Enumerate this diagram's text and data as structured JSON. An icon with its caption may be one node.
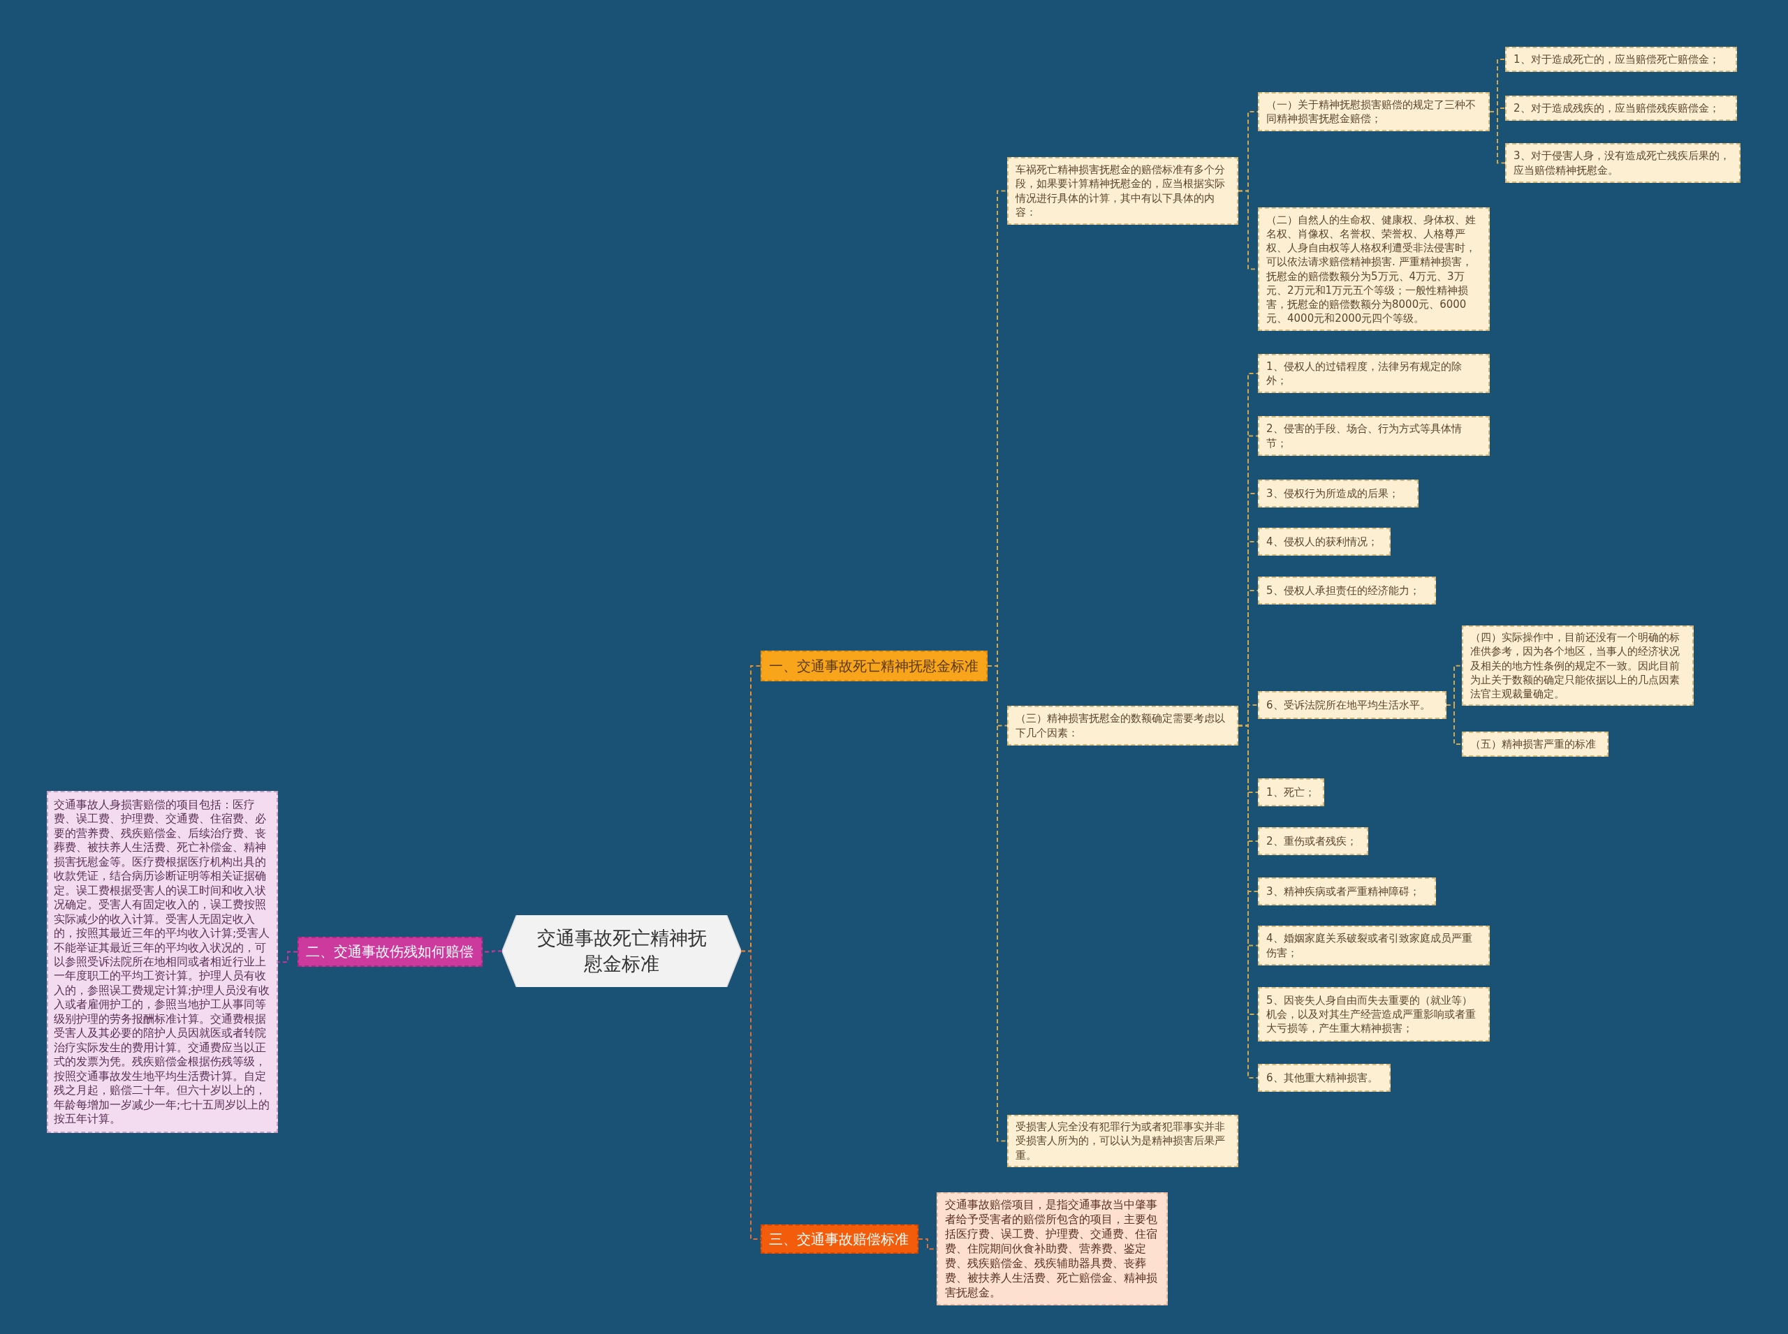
{
  "diagram": {
    "nodes": [
      {
        "text": [
          "交通事故死亡精神抚慰金标准"
        ]
      },
      {
        "text": [
          "一、交通事故死亡精神抚慰金标准"
        ]
      },
      {
        "text": [
          "车祸死亡精神损害抚慰金的赔偿标准有多个分段，如果要计算精神抚慰金的，应当根据实际情况进行具体的计算，其中有以下具体的内容："
        ]
      },
      {
        "text": [
          "（一）关于精神抚慰损害赔偿的规定了三种不同精神损害抚慰金赔偿；"
        ]
      },
      {
        "text": [
          "1、对于造成死亡的，应当赔偿死亡赔偿金；"
        ]
      },
      {
        "text": [
          "2、对于造成残疾的，应当赔偿残疾赔偿金；"
        ]
      },
      {
        "text": [
          "3、对于侵害人身，没有造成死亡残疾后果的，应当赔偿精神抚慰金。"
        ]
      },
      {
        "text": [
          "（二）自然人的生命权、健康权、身体权、姓名权、肖像权、名誉权、荣誉权、人格尊严权、人身自由权等人格权利遭受非法侵害时，可以依法请求赔偿精神损害. 严重精神损害，抚慰金的赔偿数额分为5万元、4万元、3万元、2万元和1万元五个等级；一般性精神损害，抚慰金的赔偿数额分为8000元、6000元、4000元和2000元四个等级。"
        ]
      },
      {
        "text": [
          "（三）精神损害抚慰金的数额确定需要考虑以下几个因素："
        ]
      },
      {
        "text": [
          "1、侵权人的过错程度，法律另有规定的除外；"
        ]
      },
      {
        "text": [
          "2、侵害的手段、场合、行为方式等具体情节；"
        ]
      },
      {
        "text": [
          "3、侵权行为所造成的后果；"
        ]
      },
      {
        "text": [
          "4、侵权人的获利情况；"
        ]
      },
      {
        "text": [
          "5、侵权人承担责任的经济能力；"
        ]
      },
      {
        "text": [
          "6、受诉法院所在地平均生活水平。"
        ]
      },
      {
        "text": [
          "（四）实际操作中，目前还没有一个明确的标准供参考，因为各个地区，当事人的经济状况及相关的地方性条例的规定不一致。因此目前为止关于数额的确定只能依据以上的几点因素法官主观裁量确定。"
        ]
      },
      {
        "text": [
          "（五）精神损害严重的标准"
        ]
      },
      {
        "text": [
          "1、死亡；"
        ]
      },
      {
        "text": [
          "2、重伤或者残疾；"
        ]
      },
      {
        "text": [
          "3、精神疾病或者严重精神障碍；"
        ]
      },
      {
        "text": [
          "4、婚姻家庭关系破裂或者引致家庭成员严重伤害；"
        ]
      },
      {
        "text": [
          "5、因丧失人身自由而失去重要的（就业等）机会，以及对其生产经营造成严重影响或者重大亏损等，产生重大精神损害；"
        ]
      },
      {
        "text": [
          "6、其他重大精神损害。"
        ]
      },
      {
        "text": [
          "受损害人完全没有犯罪行为或者犯罪事实并非受损害人所为的，可以认为是精神损害后果严重。"
        ]
      },
      {
        "text": [
          "三、交通事故赔偿标准"
        ]
      },
      {
        "text": [
          "交通事故赔偿项目，是指交通事故当中肇事者给予受害者的赔偿所包含的项目，主要包括医疗费、误工费、护理费、交通费、住宿费、住院期间伙食补助费、营养费、鉴定费、残疾赔偿金、残疾辅助器具费、丧葬费、被扶养人生活费、死亡赔偿金、精神损害抚慰金。"
        ]
      },
      {
        "text": [
          "二、交通事故伤残如何赔偿"
        ]
      },
      {
        "text": [
          "交通事故人身损害赔偿的项目包括：医疗费、误工费、护理费、交通费、住宿费、必要的营养费、残疾赔偿金、后续治疗费、丧葬费、被扶养人生活费、死亡补偿金、精神损害抚慰金等。医疗费根据医疗机构出具的收款凭证，结合病历诊断证明等相关证据确定。误工费根据受害人的误工时间和收入状况确定。受害人有固定收入的，误工费按照实际减少的收入计算。受害人无固定收入的，按照其最近三年的平均收入计算;受害人不能举证其最近三年的平均收入状况的，可以参照受诉法院所在地相同或者相近行业上一年度职工的平均工资计算。护理人员有收入的，参照误工费规定计算;护理人员没有收入或者雇佣护工的，参照当地护工从事同等级别护理的劳务报酬标准计算。交通费根据受害人及其必要的陪护人员因就医或者转院治疗实际发生的费用计算。交通费应当以正式的发票为凭。残疾赔偿金根据伤残等级，按照交通事故发生地平均生活费计算。自定残之月起，赔偿二十年。但六十岁以上的，年龄每增加一岁减少一年;七十五周岁以上的按五年计算。"
        ]
      }
    ],
    "edges": [
      {
        "from": 0,
        "to": 1,
        "arrow": "none",
        "color": "#e8902a"
      },
      {
        "from": 1,
        "to": 2,
        "arrow": "none"
      },
      {
        "from": 2,
        "to": 3,
        "arrow": "none"
      },
      {
        "from": 3,
        "to": 4,
        "arrow": "none"
      },
      {
        "from": 3,
        "to": 5,
        "arrow": "none"
      },
      {
        "from": 3,
        "to": 6,
        "arrow": "none"
      },
      {
        "from": 2,
        "to": 7,
        "arrow": "none"
      },
      {
        "from": 1,
        "to": 8,
        "arrow": "none"
      },
      {
        "from": 8,
        "to": 9,
        "arrow": "none"
      },
      {
        "from": 8,
        "to": 10,
        "arrow": "none"
      },
      {
        "from": 8,
        "to": 11,
        "arrow": "none"
      },
      {
        "from": 8,
        "to": 12,
        "arrow": "none"
      },
      {
        "from": 8,
        "to": 13,
        "arrow": "none"
      },
      {
        "from": 8,
        "to": 14,
        "arrow": "none"
      },
      {
        "from": 14,
        "to": 15,
        "arrow": "none"
      },
      {
        "from": 14,
        "to": 16,
        "arrow": "none"
      },
      {
        "from": 8,
        "to": 17,
        "arrow": "none"
      },
      {
        "from": 8,
        "to": 18,
        "arrow": "none"
      },
      {
        "from": 8,
        "to": 19,
        "arrow": "none"
      },
      {
        "from": 8,
        "to": 20,
        "arrow": "none"
      },
      {
        "from": 8,
        "to": 21,
        "arrow": "none"
      },
      {
        "from": 8,
        "to": 22,
        "arrow": "none"
      },
      {
        "from": 1,
        "to": 23,
        "arrow": "none"
      },
      {
        "from": 0,
        "to": 24,
        "arrow": "none",
        "color": "#e0703a"
      },
      {
        "from": 24,
        "to": 25,
        "arrow": "none",
        "color": "#e0703a"
      },
      {
        "from": 0,
        "to": 26,
        "arrow": "none",
        "color": "#c8389a"
      },
      {
        "from": 26,
        "to": 27,
        "arrow": "none",
        "color": "#c8389a"
      }
    ]
  }
}
